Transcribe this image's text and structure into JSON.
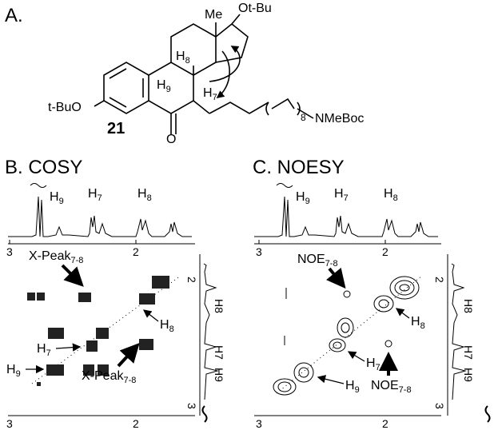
{
  "panel_a": {
    "label": "A.",
    "compound_number": "21",
    "atom_labels": {
      "me": "Me",
      "otbu_top": "Ot-Bu",
      "h8": "H",
      "h8_sub": "8",
      "h9": "H",
      "h9_sub": "9",
      "h7": "H",
      "h7_sub": "7",
      "tbuo_left": "t-BuO",
      "o": "O",
      "repeat": "8",
      "nmeboc": "NMeBoc"
    }
  },
  "panel_b": {
    "label": "B. COSY",
    "proton_labels": {
      "h9": "H",
      "h9_sub": "9",
      "h7": "H",
      "h7_sub": "7",
      "h8": "H",
      "h8_sub": "8"
    },
    "top_axis_ticks": [
      "3",
      "2"
    ],
    "bottom_axis_ticks": [
      "3",
      "2"
    ],
    "right_axis_ticks": [
      "2",
      "3"
    ],
    "right_labels": [
      "H8",
      "H7",
      "H9"
    ],
    "annotations": {
      "xpeak_top": "X-Peak",
      "xpeak_top_sub": "7-8",
      "xpeak_bottom": "X-Peak",
      "xpeak_bottom_sub": "7-8",
      "h8_arrow": "H",
      "h8_arrow_sub": "8",
      "h7_arrow": "H",
      "h7_arrow_sub": "7",
      "h9_arrow": "H",
      "h9_arrow_sub": "9"
    }
  },
  "panel_c": {
    "label": "C. NOESY",
    "proton_labels": {
      "h9": "H",
      "h9_sub": "9",
      "h7": "H",
      "h7_sub": "7",
      "h8": "H",
      "h8_sub": "8"
    },
    "top_axis_ticks": [
      "3",
      "2"
    ],
    "bottom_axis_ticks": [
      "3",
      "2"
    ],
    "right_axis_ticks": [
      "2",
      "3"
    ],
    "right_labels": [
      "H8",
      "H7",
      "H9"
    ],
    "annotations": {
      "noe_top": "NOE",
      "noe_top_sub": "7-8",
      "noe_bottom": "NOE",
      "noe_bottom_sub": "7-8",
      "h8_arrow": "H",
      "h8_arrow_sub": "8",
      "h7_arrow": "H",
      "h7_arrow_sub": "7",
      "h9_arrow": "H",
      "h9_arrow_sub": "9"
    }
  }
}
